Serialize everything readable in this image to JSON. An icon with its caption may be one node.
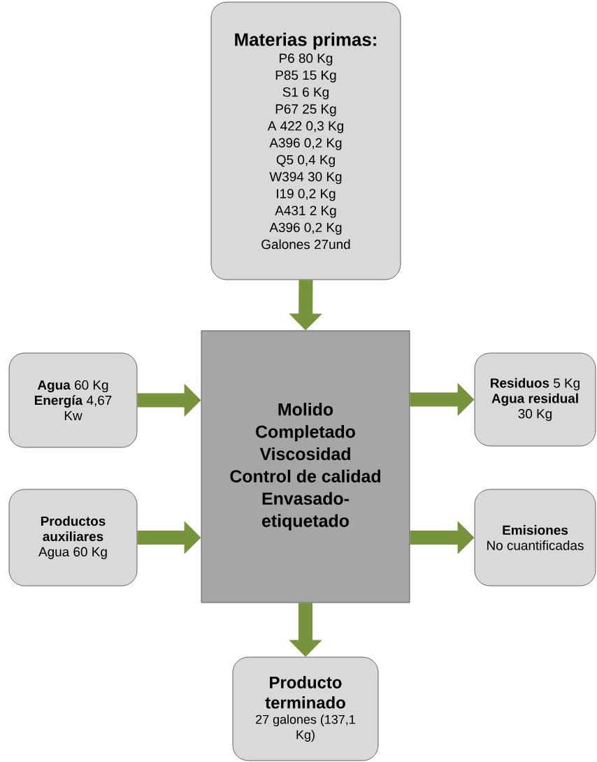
{
  "diagram": {
    "nodes": [
      {
        "text": [
          "Materias primas:",
          "P6 80 Kg",
          "P85 15 Kg",
          "S1 6 Kg",
          "P67 25 Kg",
          "A 422 0,3 Kg",
          "A396 0,2 Kg",
          "Q5 0,4 Kg",
          "W394 30 Kg",
          "I19 0,2 Kg",
          "A431 2 Kg",
          "A396 0,2 Kg",
          "Galones 27und"
        ]
      },
      {
        "text": [
          "Molido",
          "Completado",
          "Viscosidad",
          "Control de calidad",
          "Envasado-etiquetado"
        ]
      },
      {
        "text": [
          "**Agua** 60 Kg",
          "**Energía** 4,67 Kw"
        ]
      },
      {
        "text": [
          "Productos auxiliares",
          "Agua 60 Kg"
        ]
      },
      {
        "text": [
          "**Residuos** 5 Kg",
          "**Agua residual** 30 Kg"
        ]
      },
      {
        "text": [
          "Emisiones",
          "No cuantificadas"
        ]
      },
      {
        "text": [
          "Producto terminado",
          "27 galones (137,1 Kg)"
        ]
      }
    ],
    "edges": [
      {
        "from": 0,
        "to": 1,
        "arrow": "to"
      },
      {
        "from": 2,
        "to": 1,
        "arrow": "to"
      },
      {
        "from": 3,
        "to": 1,
        "arrow": "to"
      },
      {
        "from": 1,
        "to": 4,
        "arrow": "to"
      },
      {
        "from": 1,
        "to": 5,
        "arrow": "to"
      },
      {
        "from": 1,
        "to": 6,
        "arrow": "to"
      }
    ]
  }
}
